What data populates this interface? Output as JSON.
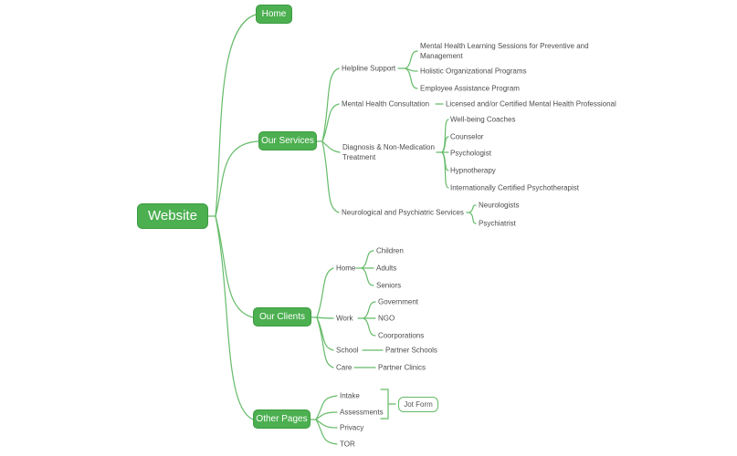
{
  "colors": {
    "node_green": "#4caf50",
    "node_border": "#3d9c42",
    "line_green": "#65bb69",
    "leaf_text": "#4d4d4d",
    "canvas_bg": "#ffffff"
  },
  "root": {
    "label": "Website"
  },
  "home": {
    "label": "Home"
  },
  "services": {
    "label": "Our Services",
    "helpline": {
      "label": "Helpline Support",
      "items": [
        "Mental Health Learning Sessions for Preventive and Management",
        "Holistic Organizational Programs",
        "Employee Assistance Program"
      ]
    },
    "consultation": {
      "label": "Mental Health Consultation",
      "items": [
        "Licensed and/or Certified Mental Health Professional"
      ]
    },
    "diagnosis": {
      "label": "Diagnosis & Non-Medication Treatment",
      "items": [
        "Well-being Coaches",
        "Counselor",
        "Psychologist",
        "Hypnotherapy",
        "Internationally Certified Psychotherapist"
      ]
    },
    "neuro": {
      "label": "Neurological and Psychiatric Services",
      "items": [
        "Neurologists",
        "Psychiatrist"
      ]
    }
  },
  "clients": {
    "label": "Our Clients",
    "home": {
      "label": "Home",
      "items": [
        "Children",
        "Adults",
        "Seniors"
      ]
    },
    "work": {
      "label": "Work",
      "items": [
        "Government",
        "NGO",
        "Coorporations"
      ]
    },
    "school": {
      "label": "School",
      "items": [
        "Partner Schools"
      ]
    },
    "care": {
      "label": "Care",
      "items": [
        "Partner Clinics"
      ]
    }
  },
  "other": {
    "label": "Other Pages",
    "items": [
      "Intake",
      "Assessments",
      "Privacy",
      "TOR"
    ],
    "summary": {
      "label": "Jot Form"
    }
  }
}
